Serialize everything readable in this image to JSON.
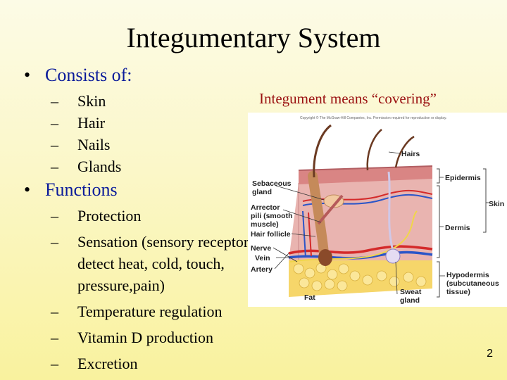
{
  "slide": {
    "title": "Integumentary System",
    "consists_heading": "Consists of:",
    "consists_items": [
      "Skin",
      "Hair",
      "Nails",
      "Glands"
    ],
    "functions_heading": "Functions",
    "functions_items": [
      "Protection",
      "Sensation (sensory receptors detect heat, cold, touch, pressure,pain)",
      "Temperature regulation",
      "Vitamin D production",
      "Excretion"
    ],
    "note": "Integument means “covering”",
    "page_number": "2"
  },
  "figure": {
    "copyright": "Copyright © The McGraw-Hill Companies, Inc. Permission required for reproduction or display.",
    "labels": {
      "hairs": "Hairs",
      "epidermis": "Epidermis",
      "skin": "Skin",
      "dermis": "Dermis",
      "sebaceous_1": "Sebaceous",
      "sebaceous_2": "gland",
      "arrector_1": "Arrector",
      "arrector_2": "pili (smooth",
      "arrector_3": "muscle)",
      "hair_follicle": "Hair follicle",
      "nerve": "Nerve",
      "vein": "Vein",
      "artery": "Artery",
      "fat": "Fat",
      "sweat_1": "Sweat",
      "sweat_2": "gland",
      "hypo_1": "Hypodermis",
      "hypo_2": "(subcutaneous",
      "hypo_3": "tissue)"
    }
  },
  "colors": {
    "heading_blue": "#0a1a9a",
    "note_red": "#9a1010"
  }
}
